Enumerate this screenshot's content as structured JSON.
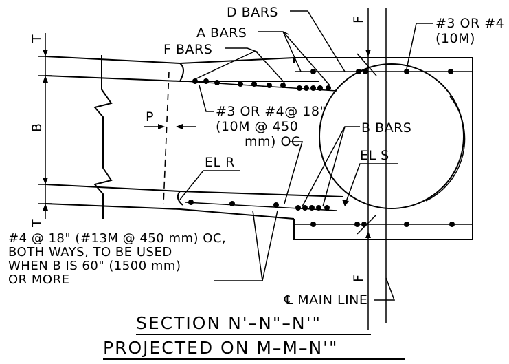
{
  "labels": {
    "d_bars": "D BARS",
    "a_bars": "A BARS",
    "f_bars": "F BARS",
    "t_top": "T",
    "t_bottom": "T",
    "b_dim": "B",
    "p_dim": "P",
    "f_top": "F",
    "f_bottom": "F",
    "note_top_line1": "#3 OR #4",
    "note_top_line2": "(10M)",
    "note_mid_line1": "#3 OR #4@ 18\"",
    "note_mid_line2": "(10M @ 450",
    "note_mid_line3": "mm) OC",
    "b_bars": "B BARS",
    "el_s": "EL S",
    "el_r": "EL R",
    "note_bottom_line1": "#4 @ 18\" (#13M @ 450 mm) OC,",
    "note_bottom_line2": "BOTH WAYS, TO BE USED",
    "note_bottom_line3": "WHEN B IS 60\" (1500 mm)",
    "note_bottom_line4": "OR MORE",
    "main_line": "℄ MAIN LINE"
  },
  "title": {
    "line1": "SECTION N'–N\"–N'\"",
    "line2": "PROJECTED ON M–M–N'\""
  }
}
